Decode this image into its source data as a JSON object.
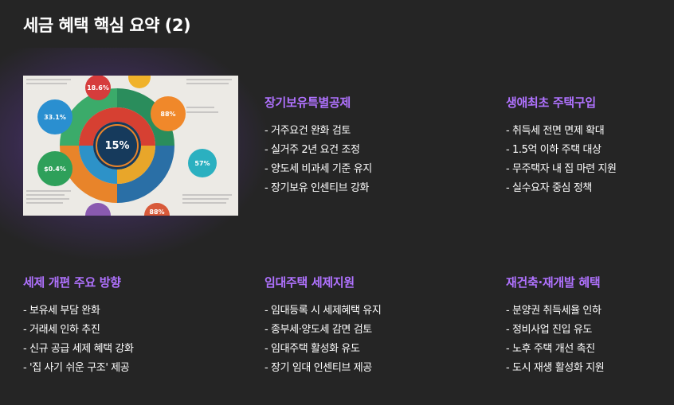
{
  "page_title": "세금 혜택 핵심 요약 (2)",
  "image": {
    "center_label": "15%",
    "bubbles": [
      "33.1%",
      "88%",
      "$0.4%",
      "57%",
      "18.6%",
      "88%"
    ]
  },
  "sections": [
    {
      "heading": "장기보유특별공제",
      "items": [
        "- 거주요건 완화 검토",
        "- 실거주 2년 요건 조정",
        "- 양도세 비과세 기준 유지",
        "- 장기보유 인센티브 강화"
      ]
    },
    {
      "heading": "생애최초 주택구입",
      "items": [
        "- 취득세 전면 면제 확대",
        "- 1.5억 이하 주택 대상",
        "- 무주택자 내 집 마련 지원",
        "- 실수요자 중심 정책"
      ]
    },
    {
      "heading": "세제 개편 주요 방향",
      "items": [
        "- 보유세 부담 완화",
        "- 거래세 인하 추진",
        "- 신규 공급 세제 혜택 강화",
        "- '집 사기 쉬운 구조' 제공"
      ]
    },
    {
      "heading": "임대주택 세제지원",
      "items": [
        "- 임대등록 시 세제혜택 유지",
        "- 종부세·양도세 감면 검토",
        "- 임대주택 활성화 유도",
        "- 장기 임대 인센티브 제공"
      ]
    },
    {
      "heading": "재건축·재개발 혜택",
      "items": [
        "- 분양권 취득세율 인하",
        "- 정비사업 진입 유도",
        "- 노후 주택 개선 촉진",
        "- 도시 재생 활성화 지원"
      ]
    }
  ],
  "colors": {
    "background": "#252525",
    "heading": "#b072ff",
    "text": "#ffffff"
  }
}
